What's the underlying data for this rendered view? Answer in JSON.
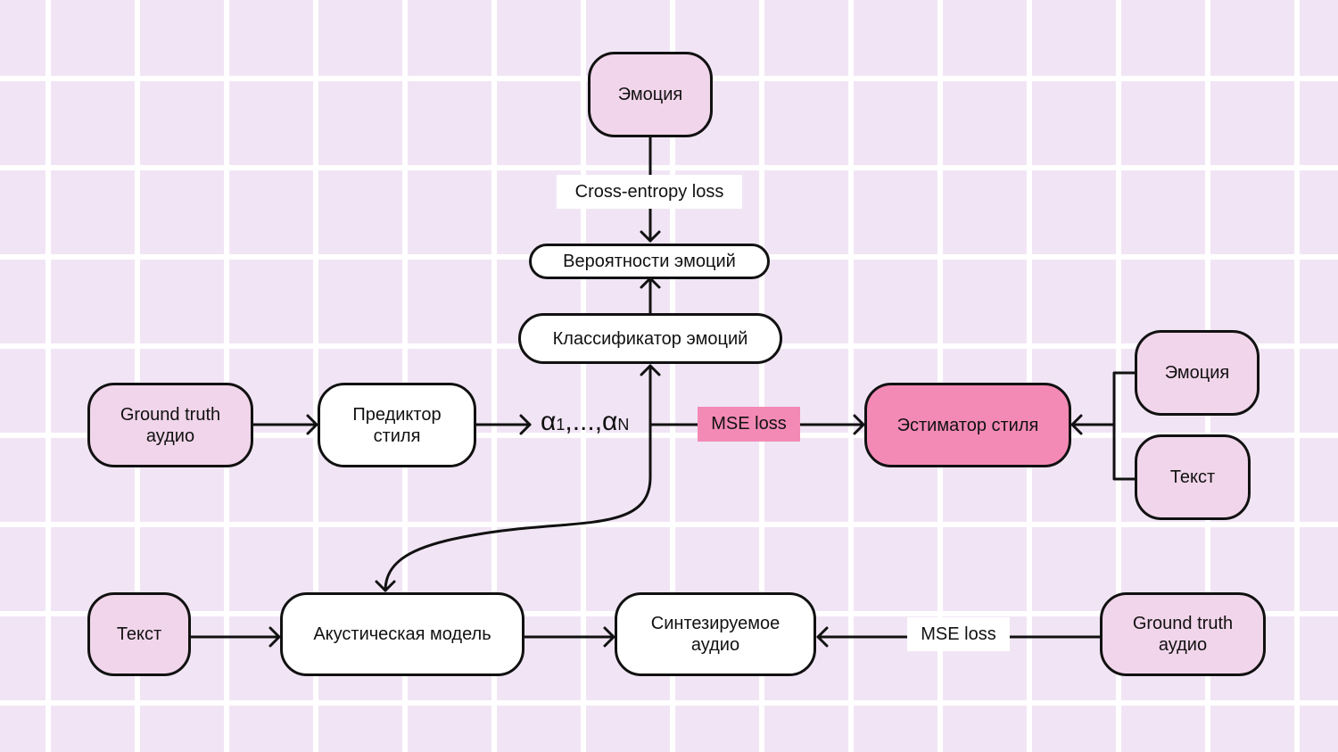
{
  "nodes": {
    "emotion_top": "Эмоция",
    "emotion_probs": "Вероятности эмоций",
    "emotion_classifier": "Классификатор эмоций",
    "gt_audio_left": "Ground truth\nаудио",
    "style_predictor": "Предиктор\nстиля",
    "style_estimator": "Эстиматор стиля",
    "emotion_right": "Эмоция",
    "text_right": "Текст",
    "text_left": "Текст",
    "acoustic_model": "Акустическая модель",
    "synth_audio": "Синтезируемое\nаудио",
    "gt_audio_right": "Ground truth\nаудио"
  },
  "labels": {
    "cross_entropy": "Cross-entropy loss",
    "mse_top": "MSE loss",
    "mse_bottom": "MSE loss"
  },
  "alpha": {
    "symbol": "α",
    "first_sub": "1",
    "dots": ",...,",
    "last_sub": "N"
  },
  "colors": {
    "background": "#f1e5f5",
    "grid": "#ffffff",
    "node_pink": "#f1d5ea",
    "node_highlight": "#f38ab5",
    "stroke": "#111111"
  }
}
